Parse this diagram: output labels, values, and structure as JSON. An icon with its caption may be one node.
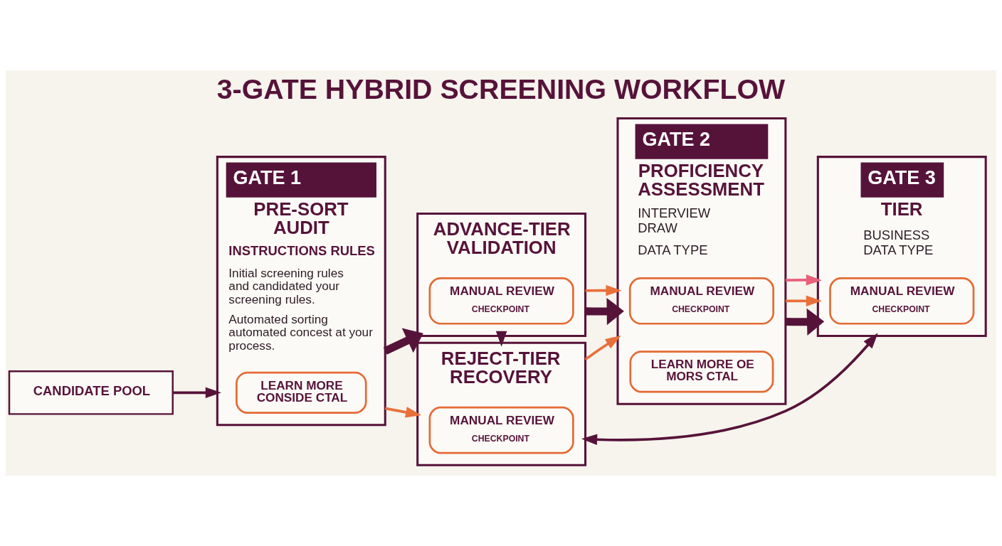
{
  "diagram": {
    "title": "3-GATE HYBRID SCREENING WORKFLOW",
    "nodes": [
      {
        "text": [
          "CANDIDATE POOL"
        ]
      },
      {
        "text": [
          "GATE 1",
          "PRE-SORT AUDIT",
          "INSTRUCTIONS RULES",
          "Initial screening rules and candidated your screening rules.",
          "Automated sorting automated concest at your process."
        ]
      },
      {
        "text": [
          "LEARN MORE CONSIDE CTAL"
        ],
        "in": 1
      },
      {
        "text": [
          "ADVANCE-TIER VALIDATION"
        ]
      },
      {
        "text": [
          "MANUAL REVIEW",
          "CHECKPOINT"
        ],
        "in": 3
      },
      {
        "text": [
          "REJECT-TIER RECOVERY"
        ]
      },
      {
        "text": [
          "MANUAL REVIEW",
          "CHECKPOINT"
        ],
        "in": 5
      },
      {
        "text": [
          "GATE 2",
          "PROFICIENCY ASSESSMENT",
          "INTERVIEW DRAW",
          "DATA TYPE"
        ]
      },
      {
        "text": [
          "MANUAL REVIEW",
          "CHECKPOINT"
        ],
        "in": 7
      },
      {
        "text": [
          "LEARN MORE OE MORS CTAL"
        ],
        "in": 7
      },
      {
        "text": [
          "GATE 3",
          "TIER",
          "BUSINESS DATA TYPE"
        ]
      },
      {
        "text": [
          "MANUAL REVIEW",
          "CHECKPOINT"
        ],
        "in": 10
      }
    ],
    "edges": [
      {
        "from": 0,
        "to": 1,
        "arrow": "to"
      },
      {
        "from": 1,
        "to": 3,
        "arrow": "to",
        "style": "thick"
      },
      {
        "from": 1,
        "to": 5,
        "arrow": "to",
        "color": "#e8703a"
      },
      {
        "from": 3,
        "to": 5,
        "arrow": "to"
      },
      {
        "from": 3,
        "to": 7,
        "arrow": "to",
        "style": "thick"
      },
      {
        "from": 3,
        "to": 7,
        "arrow": "to",
        "color": "#e8703a"
      },
      {
        "from": 5,
        "to": 7,
        "arrow": "to",
        "color": "#e8703a"
      },
      {
        "from": 7,
        "to": 10,
        "arrow": "to",
        "style": "thick"
      },
      {
        "from": 7,
        "to": 10,
        "arrow": "to",
        "color": "#e8703a"
      },
      {
        "from": 7,
        "to": 10,
        "arrow": "to",
        "color": "#e8607a"
      },
      {
        "from": 5,
        "to": 10,
        "arrow": "both"
      }
    ]
  }
}
